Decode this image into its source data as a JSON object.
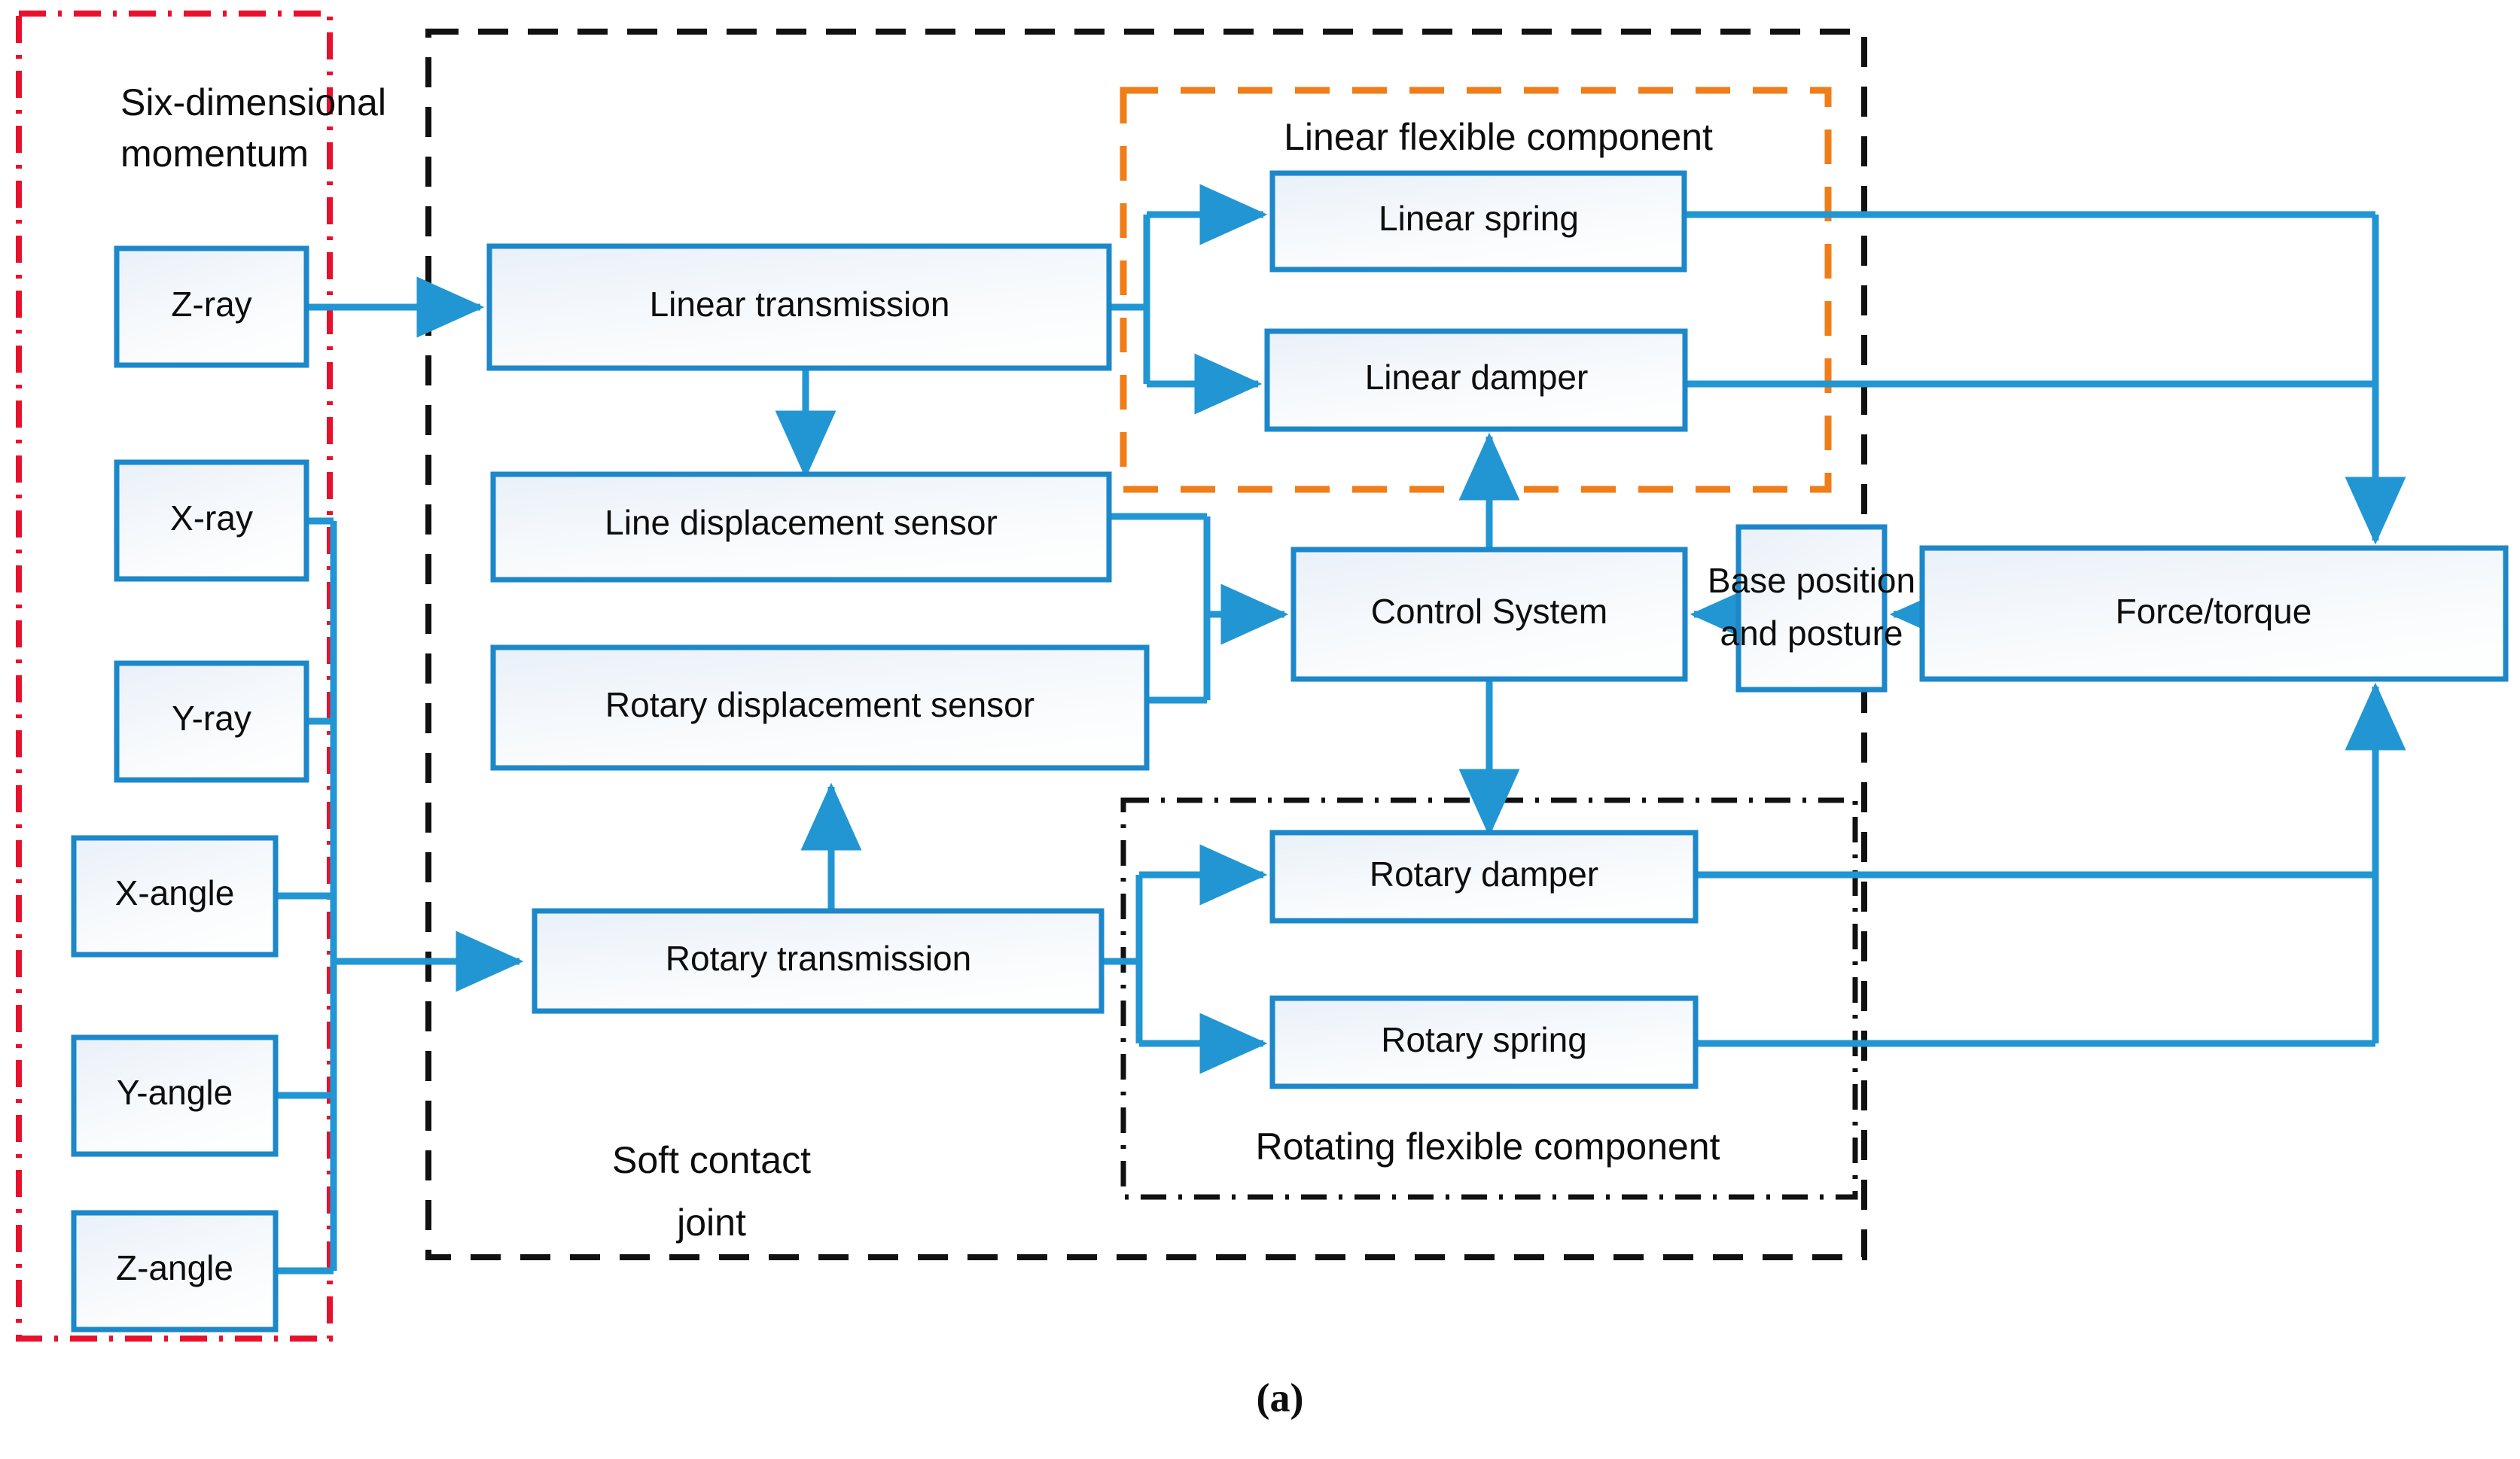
{
  "figure": {
    "caption": "(a)",
    "colors": {
      "box_stroke": "#1c87c9",
      "box_fill_top": "#eef3f9",
      "box_fill_bottom": "#fdfdfe",
      "arrow": "#2196d3",
      "group_red": "#e8112d",
      "group_orange": "#f07d18",
      "group_black": "#111111",
      "text": "#0d0d0d"
    }
  },
  "groups": {
    "six_dimensional": {
      "label_line1": "Six-dimensional",
      "label_line2": "momentum"
    },
    "soft_contact_joint": {
      "label_line1": "Soft contact",
      "label_line2": "joint"
    },
    "linear_flexible": {
      "label": "Linear flexible component"
    },
    "rotating_flexible": {
      "label": "Rotating flexible component"
    }
  },
  "inputs": [
    {
      "id": "z-ray",
      "label": "Z-ray"
    },
    {
      "id": "x-ray",
      "label": "X-ray"
    },
    {
      "id": "y-ray",
      "label": "Y-ray"
    },
    {
      "id": "x-angle",
      "label": "X-angle"
    },
    {
      "id": "y-angle",
      "label": "Y-angle"
    },
    {
      "id": "z-angle",
      "label": "Z-angle"
    }
  ],
  "blocks": [
    {
      "id": "linear-transmission",
      "label": "Linear transmission"
    },
    {
      "id": "line-displacement-sensor",
      "label": "Line displacement sensor"
    },
    {
      "id": "rotary-displacement-sensor",
      "label": "Rotary displacement sensor"
    },
    {
      "id": "rotary-transmission",
      "label": "Rotary transmission"
    },
    {
      "id": "linear-spring",
      "label": "Linear spring"
    },
    {
      "id": "linear-damper",
      "label": "Linear damper"
    },
    {
      "id": "rotary-damper",
      "label": "Rotary damper"
    },
    {
      "id": "rotary-spring",
      "label": "Rotary spring"
    },
    {
      "id": "control-system",
      "label": "Control System"
    },
    {
      "id": "base-position",
      "label_line1": "Base position",
      "label_line2": "and posture"
    },
    {
      "id": "force-torque",
      "label": "Force/torque"
    }
  ]
}
